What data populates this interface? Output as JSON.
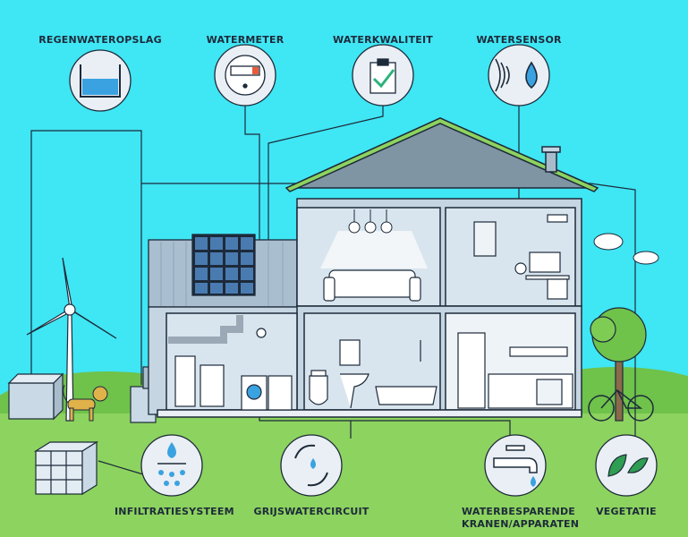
{
  "labels": {
    "rainwater": "REGENWATEROPSLAG",
    "watermeter": "WATERMETER",
    "waterquality": "WATERKWALITEIT",
    "watersensor": "WATERSENSOR",
    "infiltration": "INFILTRATIESYSTEEM",
    "greywater": "GRIJSWATERCIRCUIT",
    "taps_line1": "WATERBESPARENDE",
    "taps_line2": "KRANEN/APPARATEN",
    "vegetation": "VEGETATIE"
  },
  "colors": {
    "sky": "#3fe6f4",
    "grass": "#8dd35f",
    "roof": "#7f95a4",
    "outline": "#1d2a3a",
    "water": "#3aa2e0",
    "wall": "#c5d6e2"
  },
  "icons": [
    "water-tank-icon",
    "water-meter-icon",
    "clipboard-check-icon",
    "sensor-drop-icon",
    "infiltration-icon",
    "recycle-drops-icon",
    "faucet-icon",
    "leaves-icon"
  ]
}
